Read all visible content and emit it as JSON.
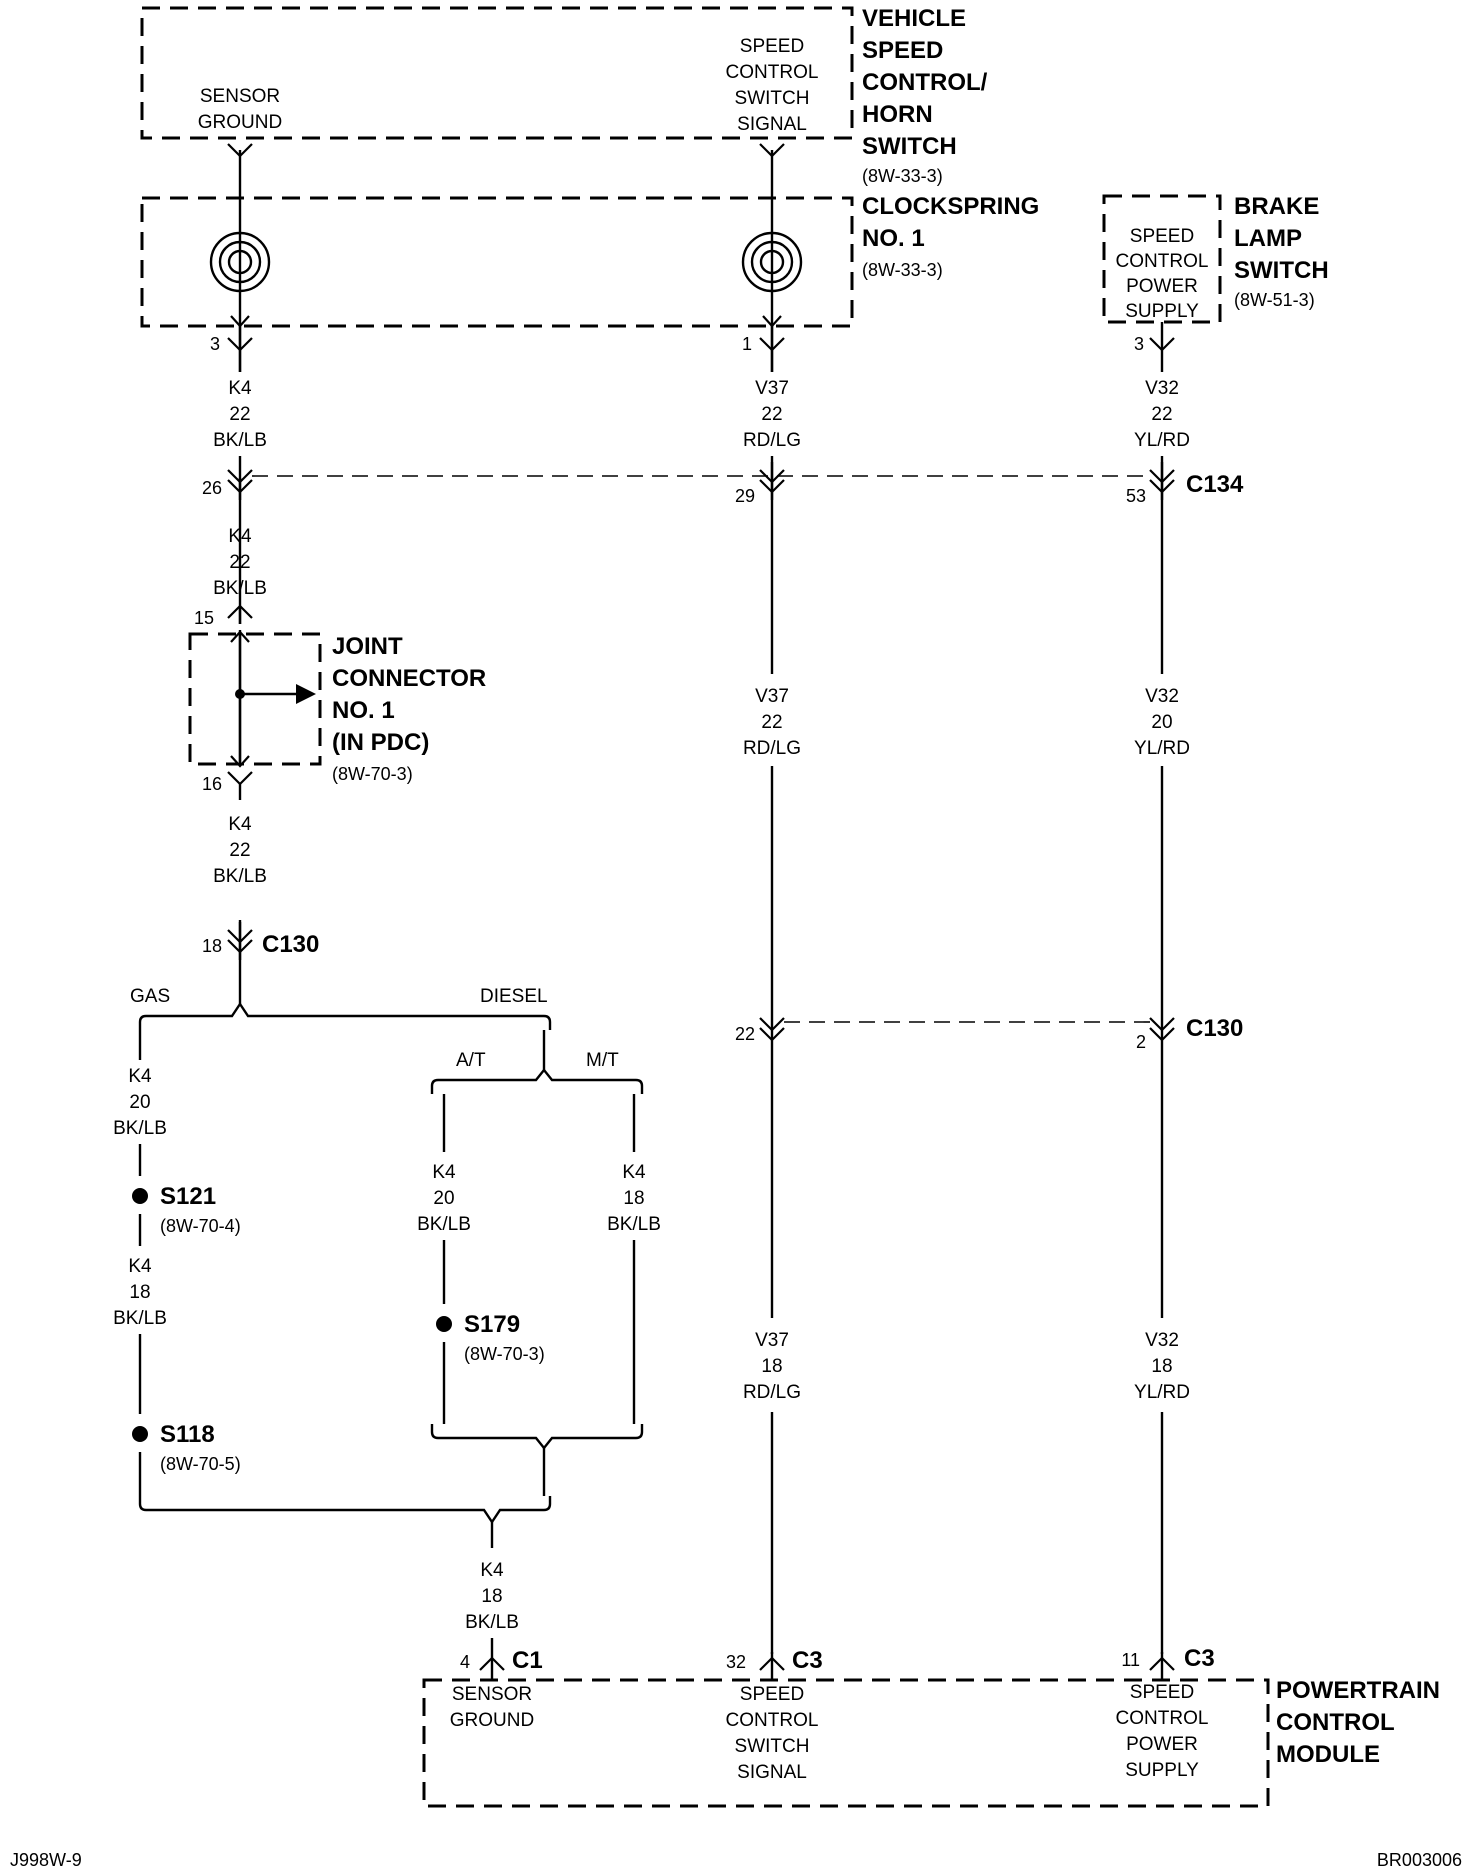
{
  "components": {
    "vehicle_speed_control_horn_switch": {
      "title": [
        "VEHICLE",
        "SPEED",
        "CONTROL/",
        "HORN",
        "SWITCH"
      ],
      "ref": "(8W-33-3)",
      "pins": {
        "sensor_ground": [
          "SENSOR",
          "GROUND"
        ],
        "speed_control_switch_signal": [
          "SPEED",
          "CONTROL",
          "SWITCH",
          "SIGNAL"
        ]
      }
    },
    "clockspring": {
      "title": [
        "CLOCKSPRING",
        "NO. 1"
      ],
      "ref": "(8W-33-3)",
      "pin_left": "3",
      "pin_right": "1"
    },
    "brake_lamp_switch": {
      "title": [
        "BRAKE",
        "LAMP",
        "SWITCH"
      ],
      "ref": "(8W-51-3)",
      "pin_label": [
        "SPEED",
        "CONTROL",
        "POWER",
        "SUPPLY"
      ],
      "pin": "3"
    },
    "joint_connector": {
      "title": [
        "JOINT",
        "CONNECTOR",
        "NO. 1",
        "(IN PDC)"
      ],
      "ref": "(8W-70-3)",
      "pin_top": "15",
      "pin_bottom": "16"
    },
    "powertrain_control_module": {
      "title": [
        "POWERTRAIN",
        "CONTROL",
        "MODULE"
      ],
      "pins": {
        "sensor_ground": [
          "SENSOR",
          "GROUND"
        ],
        "speed_control_switch_signal": [
          "SPEED",
          "CONTROL",
          "SWITCH",
          "SIGNAL"
        ],
        "speed_control_power_supply": [
          "SPEED",
          "CONTROL",
          "POWER",
          "SUPPLY"
        ]
      }
    }
  },
  "connectors": {
    "c134": {
      "name": "C134",
      "pins": [
        "26",
        "29",
        "53"
      ]
    },
    "c130_upper": {
      "name": "C130",
      "pin": "18"
    },
    "c130_lower": {
      "name": "C130",
      "pins": [
        "22",
        "2"
      ]
    },
    "pcm_c1": {
      "name": "C1",
      "pin": "4"
    },
    "pcm_c3_signal": {
      "name": "C3",
      "pin": "32"
    },
    "pcm_c3_power": {
      "name": "C3",
      "pin": "11"
    }
  },
  "wires": {
    "k4_top_a": [
      "K4",
      "22",
      "BK/LB"
    ],
    "k4_top_b": [
      "K4",
      "22",
      "BK/LB"
    ],
    "k4_top_c": [
      "K4",
      "22",
      "BK/LB"
    ],
    "v37_a": [
      "V37",
      "22",
      "RD/LG"
    ],
    "v37_b": [
      "V37",
      "22",
      "RD/LG"
    ],
    "v37_c": [
      "V37",
      "18",
      "RD/LG"
    ],
    "v32_a": [
      "V32",
      "22",
      "YL/RD"
    ],
    "v32_b": [
      "V32",
      "20",
      "YL/RD"
    ],
    "v32_c": [
      "V32",
      "18",
      "YL/RD"
    ],
    "k4_gas_a": [
      "K4",
      "20",
      "BK/LB"
    ],
    "k4_gas_b": [
      "K4",
      "18",
      "BK/LB"
    ],
    "k4_at": [
      "K4",
      "20",
      "BK/LB"
    ],
    "k4_mt": [
      "K4",
      "18",
      "BK/LB"
    ],
    "k4_pcm": [
      "K4",
      "18",
      "BK/LB"
    ]
  },
  "options": {
    "gas": "GAS",
    "diesel": "DIESEL",
    "at": "A/T",
    "mt": "M/T"
  },
  "splices": {
    "s121": {
      "name": "S121",
      "ref": "(8W-70-4)"
    },
    "s179": {
      "name": "S179",
      "ref": "(8W-70-3)"
    },
    "s118": {
      "name": "S118",
      "ref": "(8W-70-5)"
    }
  },
  "footer": {
    "left": "J998W-9",
    "right": "BR003006"
  }
}
